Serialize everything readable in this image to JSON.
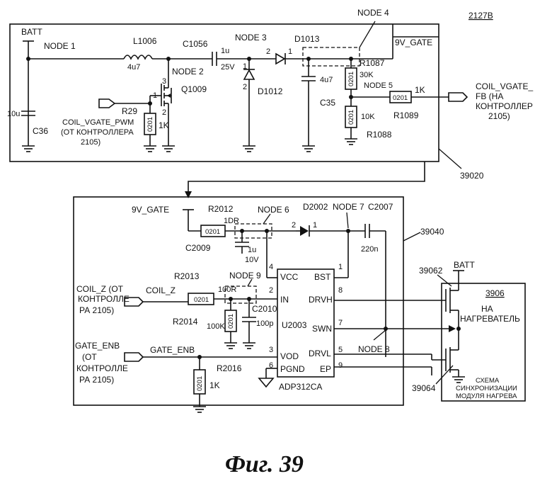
{
  "fig_id": "2127B",
  "caption": "Фиг. 39",
  "top": {
    "batt": "BATT",
    "node1": "NODE 1",
    "node2": "NODE 2",
    "node3": "NODE 3",
    "node4": "NODE 4",
    "node5": "NODE 5",
    "l1006": "L1006",
    "l1006_val": "4u7",
    "c1056": "C1056",
    "c1056_val": "1u",
    "c1056_v": "25V",
    "c36": "C36",
    "c36_val": "10u",
    "d1013": "D1013",
    "d1012": "D1012",
    "q1009": "Q1009",
    "r29": "R29",
    "r29_val": "1K",
    "c35": "C35",
    "c35_val": "4u7",
    "r1087": "R1087",
    "r1087_val": "30K",
    "r1088": "R1088",
    "r1088_val": "10K",
    "r1089": "R1089",
    "r1089_val": "1K",
    "pkg": "0201",
    "v9gate": "9V_GATE",
    "pwm_l1": "COIL_VGATE_PWM",
    "pwm_l2": "(ОТ КОНТРОЛЛЕРА",
    "pwm_l3": "2105)",
    "fb_l1": "COIL_VGATE_",
    "fb_l2": "FB (НА",
    "fb_l3": "КОНТРОЛЛЕР",
    "fb_l4": "2105)",
    "ref": "39020",
    "pin1": "1",
    "pin2": "2",
    "pin3": "3"
  },
  "bottom": {
    "v9gate": "9V_GATE",
    "r2012": "R2012",
    "r2012_val": "1DR",
    "node6": "NODE 6",
    "node7": "NODE 7",
    "node8": "NODE 8",
    "node9": "NODE 9",
    "d2002": "D2002",
    "c2007": "C2007",
    "c2007_val": "220n",
    "c2009": "C2009",
    "c2009_val": "1u",
    "c2009_v": "10V",
    "ref": "39040",
    "r2013": "R2013",
    "r2013_val": "100R",
    "r2014": "R2014",
    "r2014_val": "100K",
    "c2010": "C2010",
    "c2010_val": "100p",
    "r2016": "R2016",
    "r2016_val": "1K",
    "pkg": "0201",
    "coilz_l1": "COIL_Z (ОТ",
    "coilz_l2": "КОНТРОЛЛЕ",
    "coilz_l3": "РА 2105)",
    "coilz_net": "COIL_Z",
    "gate_l1": "GATE_ENB",
    "gate_l2": "(ОТ",
    "gate_l3": "КОНТРОЛЛЕ",
    "gate_l4": "РА 2105)",
    "gate_net": "GATE_ENB",
    "ic_name": "U2003",
    "ic_part": "ADP312CA",
    "vcc": "VCC",
    "bst": "BST",
    "in": "IN",
    "drvh": "DRVH",
    "swn": "SWN",
    "vod": "VOD",
    "drvl": "DRVL",
    "pgnd": "PGND",
    "ep": "EP",
    "p1": "1",
    "p2": "2",
    "p3": "3",
    "p4": "4",
    "p5": "5",
    "p6": "6",
    "p7": "7",
    "p8": "8",
    "p9": "9"
  },
  "heater": {
    "ref": "39062",
    "batt": "BATT",
    "num": "3906",
    "to_l1": "НА",
    "to_l2": "НАГРЕВАТЕЛЬ",
    "sch_l1": "СХЕМА",
    "sch_l2": "СИНХРОНИЗАЦИИ",
    "sch_l3": "МОДУЛЯ НАГРЕВА",
    "ref2": "39064"
  }
}
